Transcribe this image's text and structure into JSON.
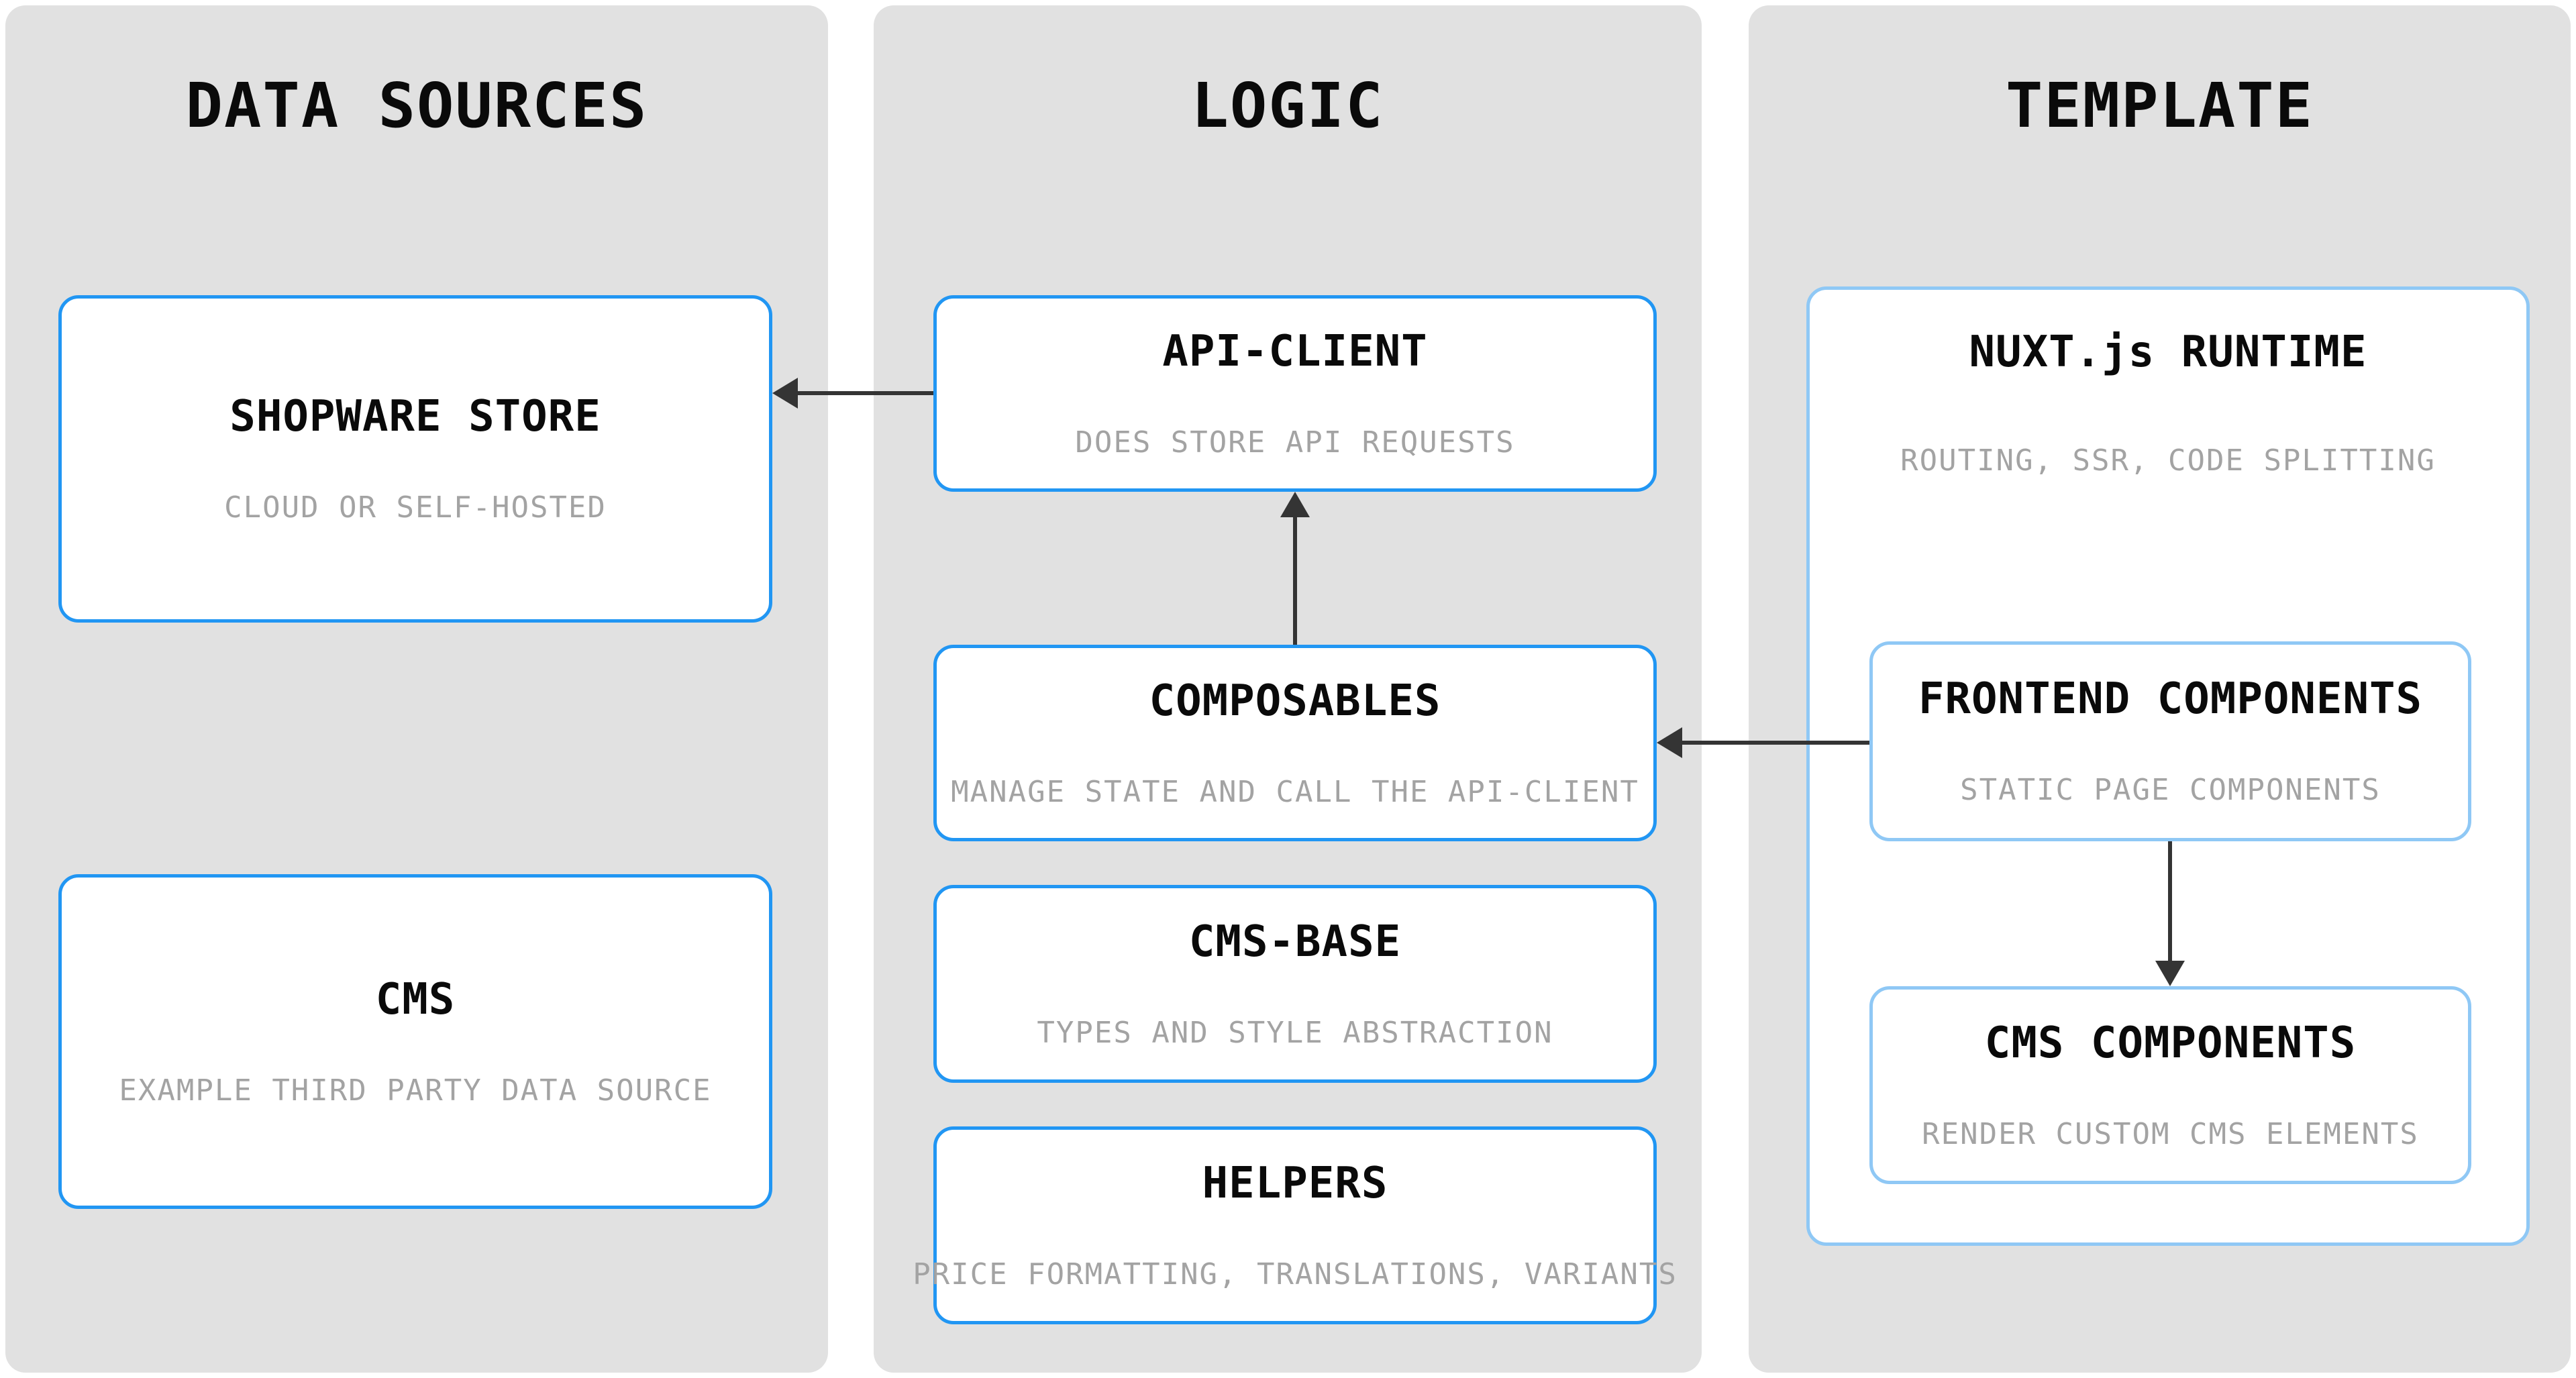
{
  "diagram": {
    "columns": [
      {
        "title": "DATA SOURCES",
        "boxes": [
          {
            "id": "shopware-store",
            "title": "SHOPWARE STORE",
            "subtitle": "CLOUD OR SELF-HOSTED"
          },
          {
            "id": "cms",
            "title": "CMS",
            "subtitle": "EXAMPLE THIRD PARTY DATA SOURCE"
          }
        ]
      },
      {
        "title": "LOGIC",
        "boxes": [
          {
            "id": "api-client",
            "title": "API-CLIENT",
            "subtitle": "DOES STORE API REQUESTS"
          },
          {
            "id": "composables",
            "title": "COMPOSABLES",
            "subtitle": "MANAGE STATE AND CALL THE API-CLIENT"
          },
          {
            "id": "cms-base",
            "title": "CMS-BASE",
            "subtitle": "TYPES AND STYLE ABSTRACTION"
          },
          {
            "id": "helpers",
            "title": "HELPERS",
            "subtitle": "PRICE FORMATTING, TRANSLATIONS, VARIANTS"
          }
        ]
      },
      {
        "title": "TEMPLATE",
        "boxes": [
          {
            "id": "nuxt-runtime",
            "title": "NUXT.js RUNTIME",
            "subtitle": "ROUTING, SSR, CODE SPLITTING"
          },
          {
            "id": "frontend-components",
            "title": "FRONTEND COMPONENTS",
            "subtitle": "STATIC PAGE COMPONENTS"
          },
          {
            "id": "cms-components",
            "title": "CMS COMPONENTS",
            "subtitle": "RENDER CUSTOM CMS ELEMENTS"
          }
        ]
      }
    ],
    "edges": [
      {
        "from": "API-CLIENT",
        "to": "SHOPWARE STORE"
      },
      {
        "from": "COMPOSABLES",
        "to": "API-CLIENT"
      },
      {
        "from": "FRONTEND COMPONENTS",
        "to": "COMPOSABLES"
      },
      {
        "from": "FRONTEND COMPONENTS",
        "to": "CMS COMPONENTS"
      }
    ]
  },
  "colors": {
    "accent_blue": "#2196f3",
    "light_blue": "#8fc8f5",
    "panel_gray": "#e1e1e1",
    "arrow_color": "#343434",
    "subtitle_gray": "#a3a3a3",
    "title_black": "#0a0a0a",
    "box_white": "#ffffff"
  }
}
